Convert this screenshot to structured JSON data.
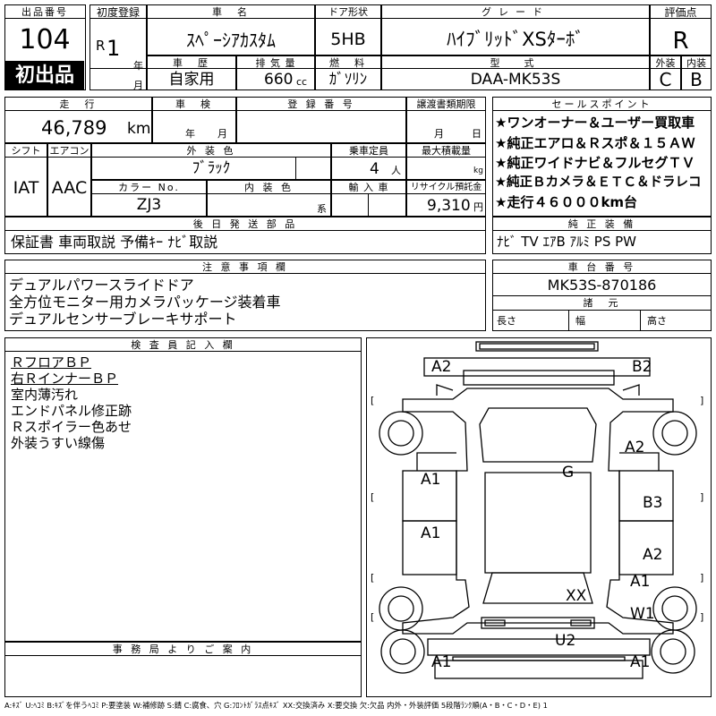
{
  "header": {
    "lot_label": "出品番号",
    "lot_number": "104",
    "first_listing_badge": "初出品",
    "first_reg_label": "初度登録",
    "era": "R",
    "reg_year": "1",
    "year_unit": "年",
    "month_unit": "月",
    "car_name_label": "車　名",
    "car_name": "ｽﾍﾟｰｼｱｶｽﾀﾑ",
    "door_label": "ドア形状",
    "door": "5HB",
    "grade_label": "グレード",
    "grade": "ﾊｲﾌﾞﾘｯﾄﾞXSﾀｰﾎﾞ",
    "score_label": "評価点",
    "score": "R",
    "history_label": "車　歴",
    "history": "自家用",
    "displacement_label": "排 気 量",
    "displacement": "660",
    "displacement_unit": "cc",
    "fuel_label": "燃　料",
    "fuel": "ｶﾞｿﾘﾝ",
    "model_label": "型　式",
    "model": "DAA-MK53S",
    "ext_grade_label": "外装",
    "ext_grade": "C",
    "int_grade_label": "内装",
    "int_grade": "B"
  },
  "row2": {
    "mileage_label": "走　行",
    "mileage": "46,789",
    "mileage_unit": "km",
    "inspection_label": "車　検",
    "inspection_year_unit": "年",
    "inspection_month_unit": "月",
    "reg_no_label": "登 録 番 号",
    "transfer_label": "譲渡書類期限",
    "transfer_month_unit": "月",
    "transfer_day_unit": "日"
  },
  "row3": {
    "shift_label": "シフト",
    "shift": "IAT",
    "ac_label": "エアコン",
    "ac": "AAC",
    "ext_color_label": "外 装 色",
    "ext_color": "ﾌﾞﾗｯｸ",
    "capacity_label": "乗車定員",
    "capacity": "4",
    "capacity_unit": "人",
    "max_load_label": "最大積載量",
    "max_load_unit": "kg",
    "color_no_label": "カラー No.",
    "color_no": "ZJ3",
    "int_color_label": "内 装 色",
    "int_color_unit": "系",
    "import_label": "輸 入 車",
    "recycle_label": "リサイクル預託金",
    "recycle": "9,310",
    "recycle_unit": "円"
  },
  "later_parts": {
    "label": "後 日 発 送 部 品",
    "value": "保証書 車両取説 予備ｷｰ ﾅﾋﾞ取説"
  },
  "sales_points": {
    "label": "セールスポイント",
    "items": [
      "★ワンオーナー＆ユーザー買取車",
      "★純正エアロ＆Ｒスポ＆１５ＡＷ",
      "★純正ワイドナビ＆フルセグＴＶ",
      "★純正Ｂカメラ＆ＥＴＣ＆ドラレコ",
      "★走行４６０００km台"
    ]
  },
  "standard_equipment": {
    "label": "純 正 装 備",
    "value": "ﾅﾋﾞ TV ｴｱB ｱﾙﾐ PS PW"
  },
  "notes": {
    "label": "注 意 事 項 欄",
    "items": [
      "デュアルパワースライドドア",
      "全方位モニター用カメラパッケージ装着車",
      "デュアルセンサーブレーキサポート"
    ]
  },
  "chassis": {
    "label": "車 台 番 号",
    "value": "MK53S-870186",
    "dimensions_label": "諸　元",
    "length_label": "長さ",
    "width_label": "幅",
    "height_label": "高さ"
  },
  "inspector": {
    "label": "検 査 員 記 入 欄",
    "lines": [
      "ＲフロアＢＰ",
      "右ＲインナーＢＰ",
      "室内薄汚れ",
      "エンドパネル修正跡",
      "Ｒスポイラー色あせ",
      "外装うすい線傷"
    ]
  },
  "office": {
    "label": "事 務 局 よ り ご 案 内"
  },
  "diagram": {
    "marks": [
      "A2",
      "B2",
      "A2",
      "G",
      "A1",
      "B3",
      "A1",
      "A2",
      "A1",
      "XX",
      "W1",
      "U2",
      "A1",
      "A1"
    ],
    "brackets": [
      "[",
      "]",
      "[",
      "]",
      "[",
      "]",
      "[",
      "]"
    ]
  },
  "legend": "A:ｷｽﾞ U:ﾍｺﾐ B:ｷｽﾞを伴うﾍｺﾐ P:要塗装 W:補修跡 S:錆 C:腐食、穴 G:ﾌﾛﾝﾄｶﾞﾗｽ点ｷｽﾞ XX:交換済み X:要交換 欠:欠品 内外・外装評価 5段階ﾗﾝｸ順(A・B・C・D・E) 1"
}
